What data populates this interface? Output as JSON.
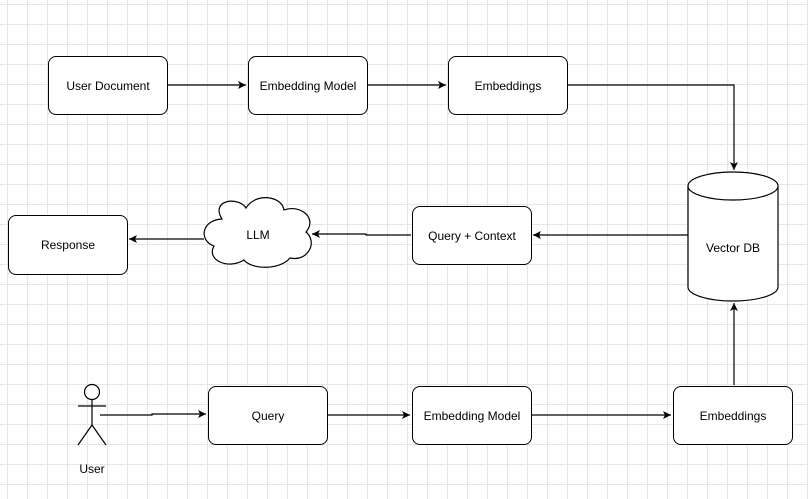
{
  "nodes": {
    "user_document": "User Document",
    "embedding_model_top": "Embedding Model",
    "embeddings_top": "Embeddings",
    "vector_db": "Vector DB",
    "query_context": "Query + Context",
    "llm": "LLM",
    "response": "Response",
    "user": "User",
    "query": "Query",
    "embedding_model_bottom": "Embedding Model",
    "embeddings_bottom": "Embeddings"
  },
  "edges": [
    {
      "from": "user_document",
      "to": "embedding_model_top"
    },
    {
      "from": "embedding_model_top",
      "to": "embeddings_top"
    },
    {
      "from": "embeddings_top",
      "to": "vector_db"
    },
    {
      "from": "vector_db",
      "to": "query_context"
    },
    {
      "from": "query_context",
      "to": "llm"
    },
    {
      "from": "llm",
      "to": "response"
    },
    {
      "from": "user",
      "to": "query"
    },
    {
      "from": "query",
      "to": "embedding_model_bottom"
    },
    {
      "from": "embedding_model_bottom",
      "to": "embeddings_bottom"
    },
    {
      "from": "embeddings_bottom",
      "to": "vector_db"
    }
  ]
}
